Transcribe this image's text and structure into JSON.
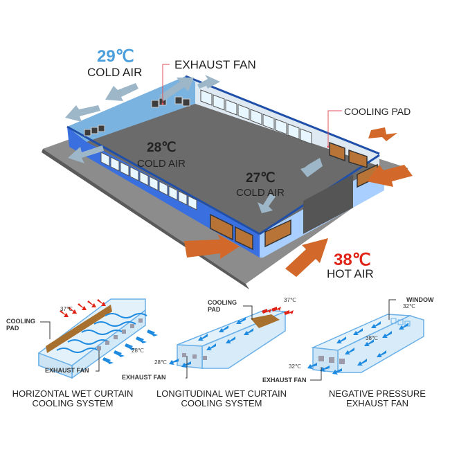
{
  "colors": {
    "cold_temp": "#4a9fdc",
    "hot_temp": "#e02418",
    "hot_arrow": "#d2692a",
    "cold_arrow": "#9db7c9",
    "wall_blue": "#3a6fe0",
    "floor_gray": "#6d6d6d",
    "ground_gray": "#8a8a8a",
    "callout_line": "#e0505a"
  },
  "main_diagram": {
    "outside_exhaust": {
      "temp": "29℃",
      "label": "COLD AIR"
    },
    "exhaust_fan_callout": "EXHAUST FAN",
    "cooling_pad_callout": "COOLING PAD",
    "inside_left": {
      "temp": "28℃",
      "label": "COLD AIR"
    },
    "inside_right": {
      "temp": "27℃",
      "label": "COLD AIR"
    },
    "outside_intake": {
      "temp": "38℃",
      "label": "HOT AIR"
    }
  },
  "sub_diagrams": [
    {
      "caption_line1": "HORIZONTAL WET CURTAIN",
      "caption_line2": "COOLING SYSTEM",
      "callout_pad_1": "COOLING",
      "callout_pad_2": "PAD",
      "callout_fan": "EXHAUST FAN",
      "temp_in": "37℃",
      "temp_out": "28℃"
    },
    {
      "caption_line1": "LONGITUDINAL WET CURTAIN",
      "caption_line2": "COOLING SYSTEM",
      "callout_pad_1": "COOLING",
      "callout_pad_2": "PAD",
      "callout_fan": "EXHAUST FAN",
      "temp_in": "37℃",
      "temp_out": "28℃"
    },
    {
      "caption_line1": "NEGATIVE PRESSURE",
      "caption_line2": "EXHAUST FAN",
      "callout_window": "WINDOW",
      "callout_fan": "EXHAUST FAN",
      "temp_window": "32℃",
      "temp_inside": "38℃",
      "temp_out": "32℃"
    }
  ]
}
